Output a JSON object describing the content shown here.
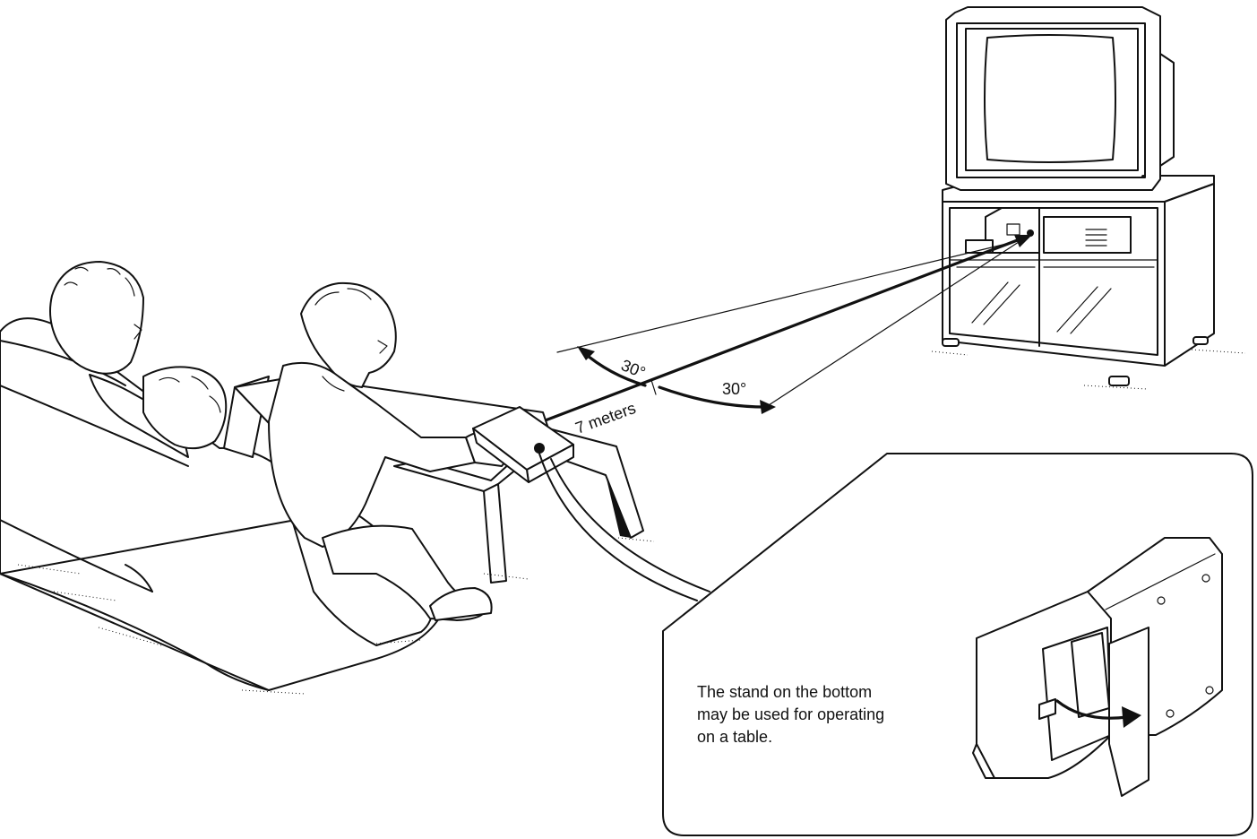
{
  "labels": {
    "angle_left": "30°",
    "angle_right": "30°",
    "distance": "7 meters"
  },
  "inset": {
    "caption_lines": [
      "The stand on the bottom",
      "may be used for operating",
      "on a table."
    ]
  }
}
